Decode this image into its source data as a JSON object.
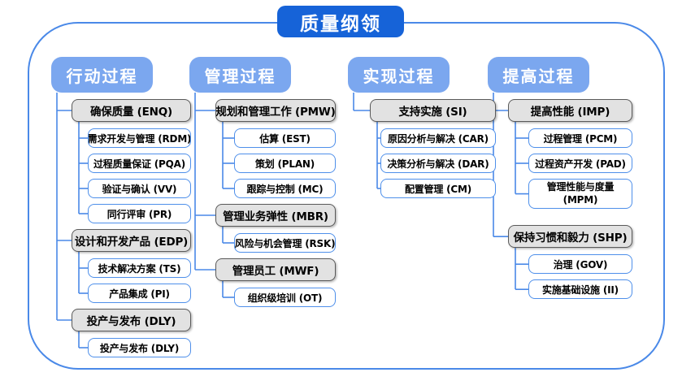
{
  "title": "质量纲领",
  "colors": {
    "title_bg": "#1663D8",
    "header_bg": "#7BA7EF",
    "group_bg": "#E2E2E2",
    "group_border": "#5A5A5A",
    "leaf_border": "#4E8FEA",
    "connector": "#4A89E8",
    "frame_border": "#4A89E8"
  },
  "columns": [
    {
      "header": "行动过程",
      "groups": [
        {
          "label": "确保质量 (ENQ)",
          "children": [
            "需求开发与管理 (RDM)",
            "过程质量保证 (PQA)",
            "验证与确认 (VV)",
            "同行评审 (PR)"
          ]
        },
        {
          "label": "设计和开发产品 (EDP)",
          "children": [
            "技术解决方案 (TS)",
            "产品集成 (PI)"
          ]
        },
        {
          "label": "投产与发布 (DLY)",
          "children": [
            "投产与发布 (DLY)"
          ]
        }
      ]
    },
    {
      "header": "管理过程",
      "groups": [
        {
          "label": "规划和管理工作 (PMW)",
          "children": [
            "估算 (EST)",
            "策划 (PLAN)",
            "跟踪与控制 (MC)"
          ]
        },
        {
          "label": "管理业务弹性 (MBR)",
          "children": [
            "风险与机会管理 (RSK)"
          ]
        },
        {
          "label": "管理员工 (MWF)",
          "children": [
            "组织级培训 (OT)"
          ]
        }
      ]
    },
    {
      "header": "实现过程",
      "groups": [
        {
          "label": "支持实施 (SI)",
          "children": [
            "原因分析与解决 (CAR)",
            "决策分析与解决 (DAR)",
            "配置管理 (CM)"
          ]
        }
      ]
    },
    {
      "header": "提高过程",
      "groups": [
        {
          "label": "提高性能 (IMP)",
          "children": [
            "过程管理 (PCM)",
            "过程资产开发 (PAD)",
            "管理性能与度量\n(MPM)"
          ]
        },
        {
          "label": "保持习惯和毅力 (SHP)",
          "spacer_before": true,
          "children": [
            "治理 (GOV)",
            "实施基础设施 (II)"
          ]
        }
      ]
    }
  ]
}
